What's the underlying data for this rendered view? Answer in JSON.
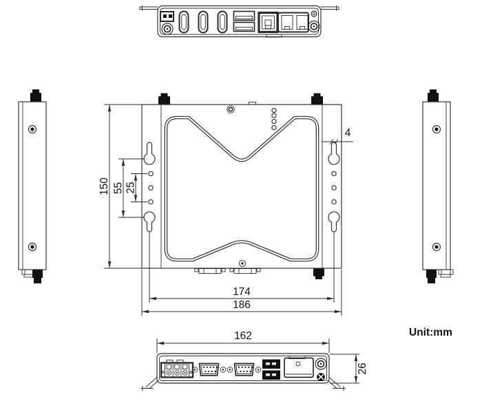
{
  "unit_label": "Unit:mm",
  "dims": {
    "height": "150",
    "keyhole_spacing": "55",
    "hole_spacing": "25",
    "slot_width": "4",
    "mount_width": "174",
    "overall_width": "186",
    "front_width": "162",
    "front_height": "26"
  },
  "colors": {
    "line": "#2b2b2b",
    "ink": "#111111",
    "bg": "#ffffff"
  }
}
